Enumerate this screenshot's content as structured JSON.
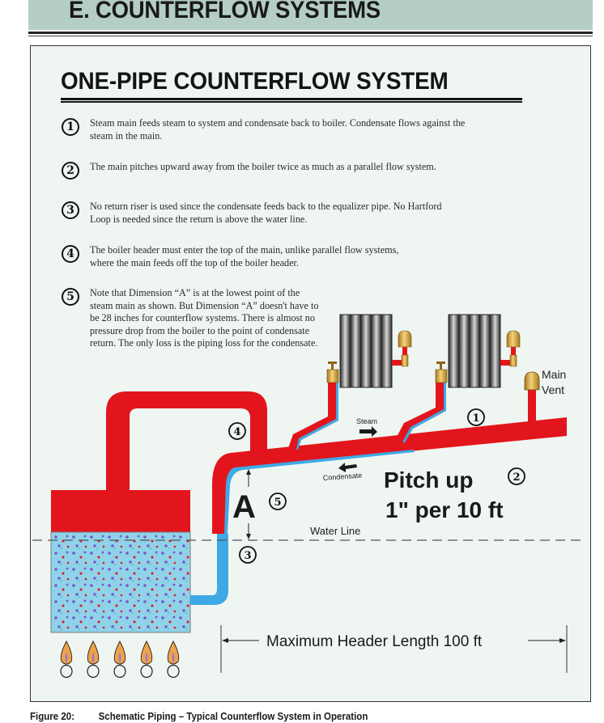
{
  "header": {
    "title": "E. COUNTERFLOW SYSTEMS",
    "band_color": "#b5cec4"
  },
  "panel": {
    "title": "ONE-PIPE COUNTERFLOW SYSTEM",
    "background": "#eff5f1"
  },
  "notes": [
    {
      "num": "1",
      "text": "Steam main feeds steam to system and condensate back to boiler. Condensate flows against the steam in the main."
    },
    {
      "num": "2",
      "text": "The main pitches upward away from the boiler twice as much as a parallel flow system."
    },
    {
      "num": "3",
      "text": "No return riser is used since the condensate feeds back to the equalizer pipe. No Hartford Loop is needed since the return is above the water line."
    },
    {
      "num": "4",
      "text": "The boiler header must enter the top of the main, unlike parallel flow systems, where the main feeds off the top of the boiler header."
    },
    {
      "num": "5",
      "text": "Note that Dimension “A” is at the lowest point of the steam main as shown. But Dimension “A” doesn't have to be 28 inches for counterflow systems. There is almost no pressure drop from the boiler to the point of condensate return. The only loss is the piping loss for the condensate."
    }
  ],
  "diagram": {
    "labels": {
      "steam": "Steam",
      "condensate": "Condensate",
      "main_vent": [
        "Main",
        "Vent"
      ],
      "pitch_line1": "Pitch up",
      "pitch_line2": "1\" per 10 ft",
      "dimension": "A",
      "water_line": "Water Line",
      "max_header": "Maximum Header Length 100 ft"
    },
    "callouts": {
      "main": "1",
      "pitch": "2",
      "equalizer": "3",
      "header": "4",
      "dimension": "5"
    },
    "radiator_count": 2,
    "burner_count": 5,
    "colors": {
      "steam": "#e3151c",
      "condensate": "#3fa9e6",
      "water": "#8fd2ea",
      "brass": "#d4a53a",
      "flame": "#f0a24a",
      "radiator": "#555555"
    }
  },
  "caption": {
    "figure": "Figure 20:",
    "text": "Schematic Piping – Typical Counterflow System in Operation"
  }
}
